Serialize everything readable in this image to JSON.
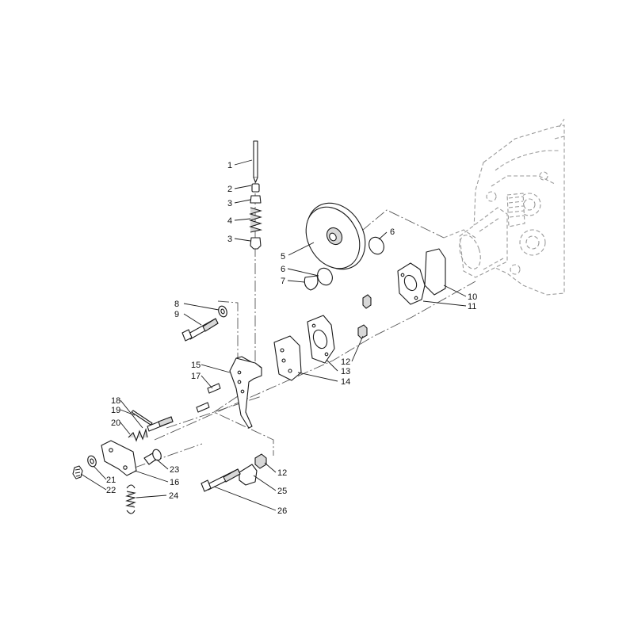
{
  "diagram": {
    "callouts": [
      {
        "id": "c1",
        "label": "1"
      },
      {
        "id": "c2",
        "label": "2"
      },
      {
        "id": "c3a",
        "label": "3"
      },
      {
        "id": "c4",
        "label": "4"
      },
      {
        "id": "c3b",
        "label": "3"
      },
      {
        "id": "c6a",
        "label": "6"
      },
      {
        "id": "c5",
        "label": "5"
      },
      {
        "id": "c6b",
        "label": "6"
      },
      {
        "id": "c7",
        "label": "7"
      },
      {
        "id": "c8",
        "label": "8"
      },
      {
        "id": "c9",
        "label": "9"
      },
      {
        "id": "c10",
        "label": "10"
      },
      {
        "id": "c11",
        "label": "11"
      },
      {
        "id": "c12a",
        "label": "12"
      },
      {
        "id": "c13",
        "label": "13"
      },
      {
        "id": "c14",
        "label": "14"
      },
      {
        "id": "c15",
        "label": "15"
      },
      {
        "id": "c17",
        "label": "17"
      },
      {
        "id": "c18",
        "label": "18"
      },
      {
        "id": "c19",
        "label": "19"
      },
      {
        "id": "c20",
        "label": "20"
      },
      {
        "id": "c23",
        "label": "23"
      },
      {
        "id": "c16",
        "label": "16"
      },
      {
        "id": "c21",
        "label": "21"
      },
      {
        "id": "c22",
        "label": "22"
      },
      {
        "id": "c24",
        "label": "24"
      },
      {
        "id": "c12b",
        "label": "12"
      },
      {
        "id": "c25",
        "label": "25"
      },
      {
        "id": "c26",
        "label": "26"
      }
    ]
  }
}
